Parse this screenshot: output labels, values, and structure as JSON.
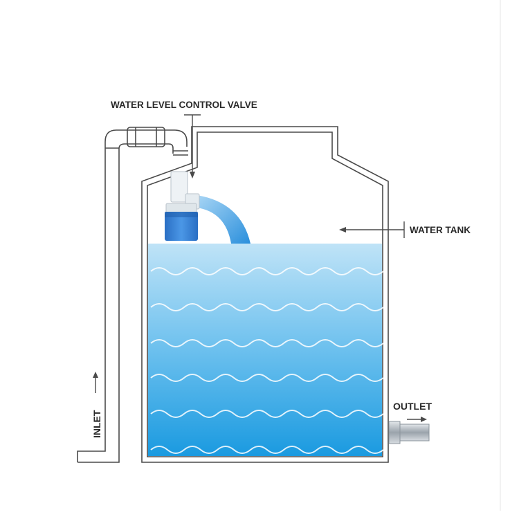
{
  "labels": {
    "valve": "WATER LEVEL CONTROL VALVE",
    "tank": "WATER TANK",
    "inlet": "INLET",
    "outlet": "OUTLET"
  },
  "colors": {
    "outline": "#4a4a4a",
    "water_top": "#bfe3f7",
    "water_bottom": "#1a9ae0",
    "wave": "#ffffff",
    "float_blue": "#2f80d8",
    "valve_white": "#e8eef2",
    "arm_blue": "#3d9de6"
  }
}
